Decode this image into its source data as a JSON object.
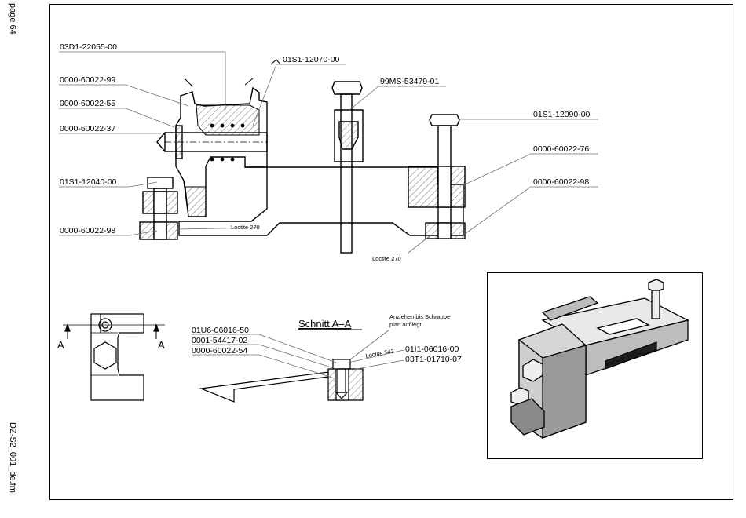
{
  "margin": {
    "page_label": "page 64",
    "file_label": "DZ-S2_001_de.fm"
  },
  "drawing": {
    "part_labels": {
      "p03d1": "03D1-22055-00",
      "p01s1_12070": "01S1-12070-00",
      "p99": "0000-60022-99",
      "p55": "0000-60022-55",
      "p37": "0000-60022-37",
      "p99ms": "99MS-53479-01",
      "p01s1_12090": "01S1-12090-00",
      "p01s1_12040": "01S1-12040-00",
      "p76": "0000-60022-76",
      "p98_right": "0000-60022-98",
      "p98_left": "0000-60022-98"
    },
    "notes": {
      "loctite_270_a": "Loctite 270",
      "loctite_270_b": "Loctite 270"
    },
    "detail_view": {
      "section_marker": "A"
    },
    "section_view": {
      "title": "Schnitt A–A",
      "note_line1": "Anziehen bis Schraube",
      "note_line2": "plan aufliegt!",
      "loctite": "Loctite 542",
      "labels": {
        "p01u6": "01U6-06016-50",
        "p0001": "0001-54417-02",
        "p54": "0000-60022-54",
        "p01i1": "01I1-06016-00",
        "p03t1": "03T1-01710-07"
      }
    },
    "inset_view": {
      "brand_text": "HYDROSTRESS"
    }
  },
  "colors": {
    "line": "#000000",
    "leader": "#6e6e6e",
    "hatch": "#555555"
  }
}
